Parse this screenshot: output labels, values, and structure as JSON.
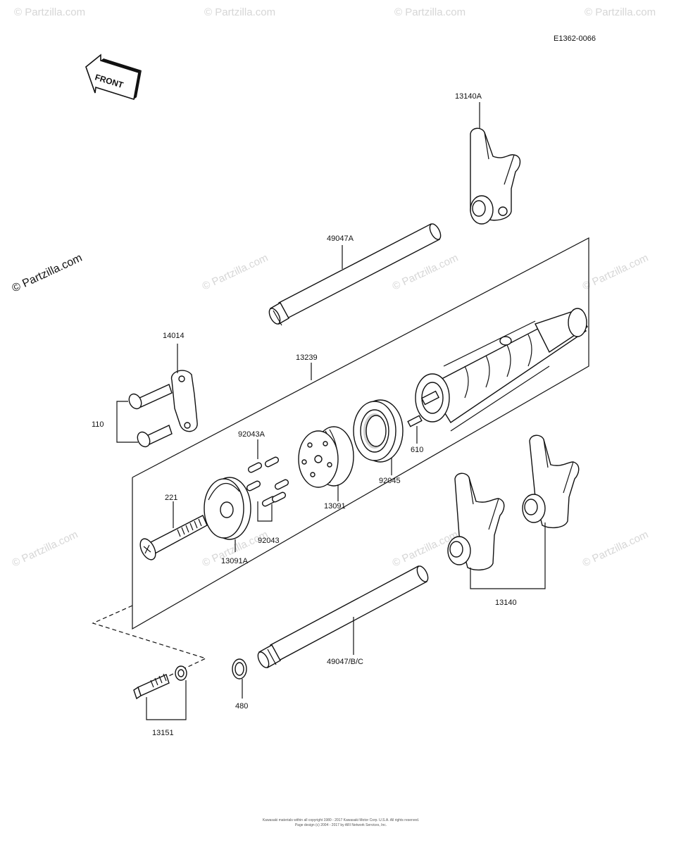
{
  "diagram_code": "E1362-0066",
  "front_label": "FRONT",
  "watermark_text": "© Partzilla.com",
  "footer": {
    "line1": "Kawasaki materials within all copyright 1980 - 2017 Kawasaki Motor Corp. U.S.A. All rights reserved.",
    "line2": "Page design (c) 2004 - 2017 by ARI Network Services, Inc."
  },
  "labels": {
    "p13140A": "13140A",
    "p49047A": "49047A",
    "p14014": "14014",
    "p13239": "13239",
    "p110": "110",
    "p92043A": "92043A",
    "p610": "610",
    "p221": "221",
    "p92045": "92045",
    "p13091": "13091",
    "p92043": "92043",
    "p13091A": "13091A",
    "p13140": "13140",
    "p49047BC": "49047/B/C",
    "p480": "480",
    "p13151": "13151"
  }
}
